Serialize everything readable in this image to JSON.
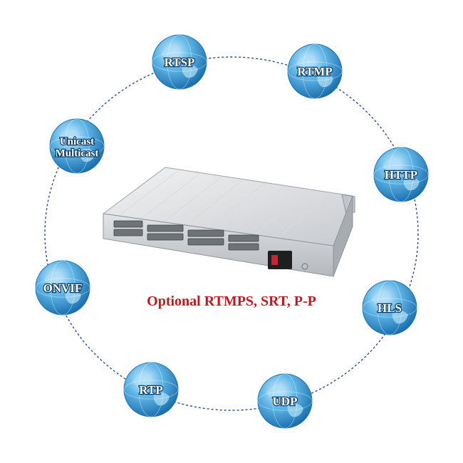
{
  "caption": {
    "text": "Optional RTMPS, SRT, P-P",
    "color": "#c8161d"
  },
  "ring_color": "#2b4a9e",
  "globe_colors": {
    "light": "#d8f0ff",
    "mid": "#5fb6e6",
    "dark": "#1a6fae",
    "land": "#a9dcf5"
  },
  "protocols": [
    {
      "id": "rtsp",
      "lines": [
        "RTSP"
      ]
    },
    {
      "id": "rtmp",
      "lines": [
        "RTMP"
      ]
    },
    {
      "id": "http",
      "lines": [
        "HTTP"
      ]
    },
    {
      "id": "hls",
      "lines": [
        "HLS"
      ]
    },
    {
      "id": "udp",
      "lines": [
        "UDP"
      ]
    },
    {
      "id": "rtp",
      "lines": [
        "RTP"
      ]
    },
    {
      "id": "onvif",
      "lines": [
        "ONVIF"
      ]
    },
    {
      "id": "unicast-multicast",
      "lines": [
        "Unicast",
        "Multicast"
      ]
    }
  ],
  "device": {
    "icon": "rack-encoder-device",
    "power_switch_color": "#d2202e"
  }
}
